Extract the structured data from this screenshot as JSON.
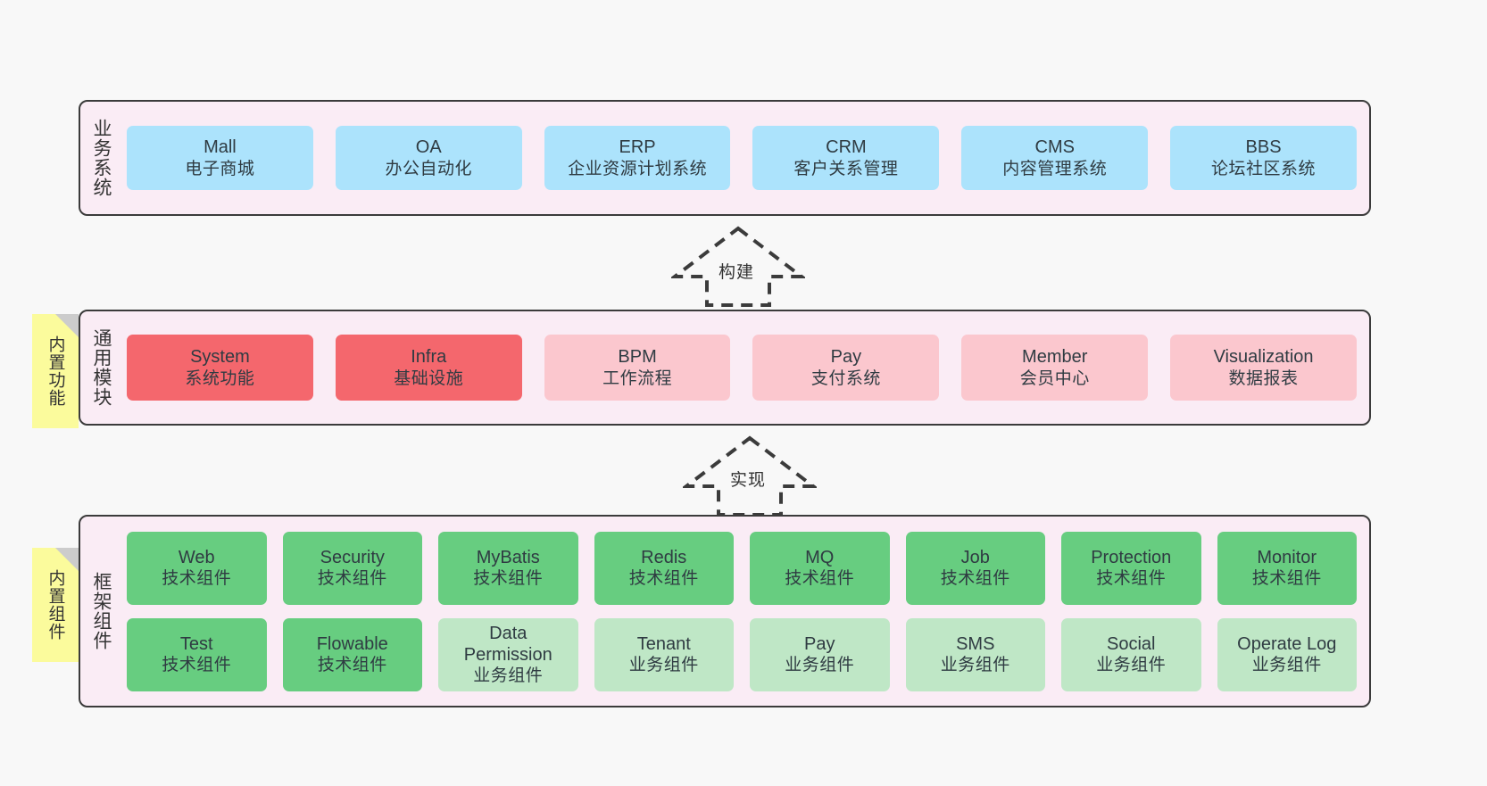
{
  "canvas": {
    "background": "#f8f8f8",
    "layer_fill": "#faecf5",
    "layer_border": "#3b3b3b"
  },
  "layers": [
    {
      "id": "business",
      "title": "业务系统",
      "note": null,
      "rows": [
        {
          "cards": [
            {
              "en": "Mall",
              "cn": "电子商城",
              "style": "biz"
            },
            {
              "en": "OA",
              "cn": "办公自动化",
              "style": "biz"
            },
            {
              "en": "ERP",
              "cn": "企业资源计划系统",
              "style": "biz"
            },
            {
              "en": "CRM",
              "cn": "客户关系管理",
              "style": "biz"
            },
            {
              "en": "CMS",
              "cn": "内容管理系统",
              "style": "biz"
            },
            {
              "en": "BBS",
              "cn": "论坛社区系统",
              "style": "biz"
            }
          ]
        }
      ]
    },
    {
      "id": "common",
      "title": "通用模块",
      "note": "内置功能",
      "rows": [
        {
          "cards": [
            {
              "en": "System",
              "cn": "系统功能",
              "style": "core"
            },
            {
              "en": "Infra",
              "cn": "基础设施",
              "style": "core"
            },
            {
              "en": "BPM",
              "cn": "工作流程",
              "style": "core-lt"
            },
            {
              "en": "Pay",
              "cn": "支付系统",
              "style": "core-lt"
            },
            {
              "en": "Member",
              "cn": "会员中心",
              "style": "core-lt"
            },
            {
              "en": "Visualization",
              "cn": "数据报表",
              "style": "core-lt"
            }
          ]
        }
      ]
    },
    {
      "id": "framework",
      "title": "框架组件",
      "note": "内置组件",
      "rows": [
        {
          "cards": [
            {
              "en": "Web",
              "cn": "技术组件",
              "style": "tech"
            },
            {
              "en": "Security",
              "cn": "技术组件",
              "style": "tech"
            },
            {
              "en": "MyBatis",
              "cn": "技术组件",
              "style": "tech"
            },
            {
              "en": "Redis",
              "cn": "技术组件",
              "style": "tech"
            },
            {
              "en": "MQ",
              "cn": "技术组件",
              "style": "tech"
            },
            {
              "en": "Job",
              "cn": "技术组件",
              "style": "tech"
            },
            {
              "en": "Protection",
              "cn": "技术组件",
              "style": "tech"
            },
            {
              "en": "Monitor",
              "cn": "技术组件",
              "style": "tech"
            }
          ]
        },
        {
          "cards": [
            {
              "en": "Test",
              "cn": "技术组件",
              "style": "tech"
            },
            {
              "en": "Flowable",
              "cn": "技术组件",
              "style": "tech"
            },
            {
              "en": "Data Permission",
              "cn": "业务组件",
              "style": "tech-lt"
            },
            {
              "en": "Tenant",
              "cn": "业务组件",
              "style": "tech-lt"
            },
            {
              "en": "Pay",
              "cn": "业务组件",
              "style": "tech-lt"
            },
            {
              "en": "SMS",
              "cn": "业务组件",
              "style": "tech-lt"
            },
            {
              "en": "Social",
              "cn": "业务组件",
              "style": "tech-lt"
            },
            {
              "en": "Operate Log",
              "cn": "业务组件",
              "style": "tech-lt"
            }
          ]
        }
      ]
    }
  ],
  "connectors": [
    {
      "id": "build",
      "label": "构建",
      "direction": "up",
      "style": "dashed-hollow-arrow"
    },
    {
      "id": "impl",
      "label": "实现",
      "direction": "up",
      "style": "dashed-hollow-arrow"
    }
  ],
  "palette": {
    "business_card": "#ace3fc",
    "core_card": "#f4676d",
    "core_card_light": "#fbc7ce",
    "tech_card": "#67cd80",
    "tech_card_light": "#bfe7c6",
    "note": "#fbfb9c",
    "note_fold": "#cccccc"
  }
}
